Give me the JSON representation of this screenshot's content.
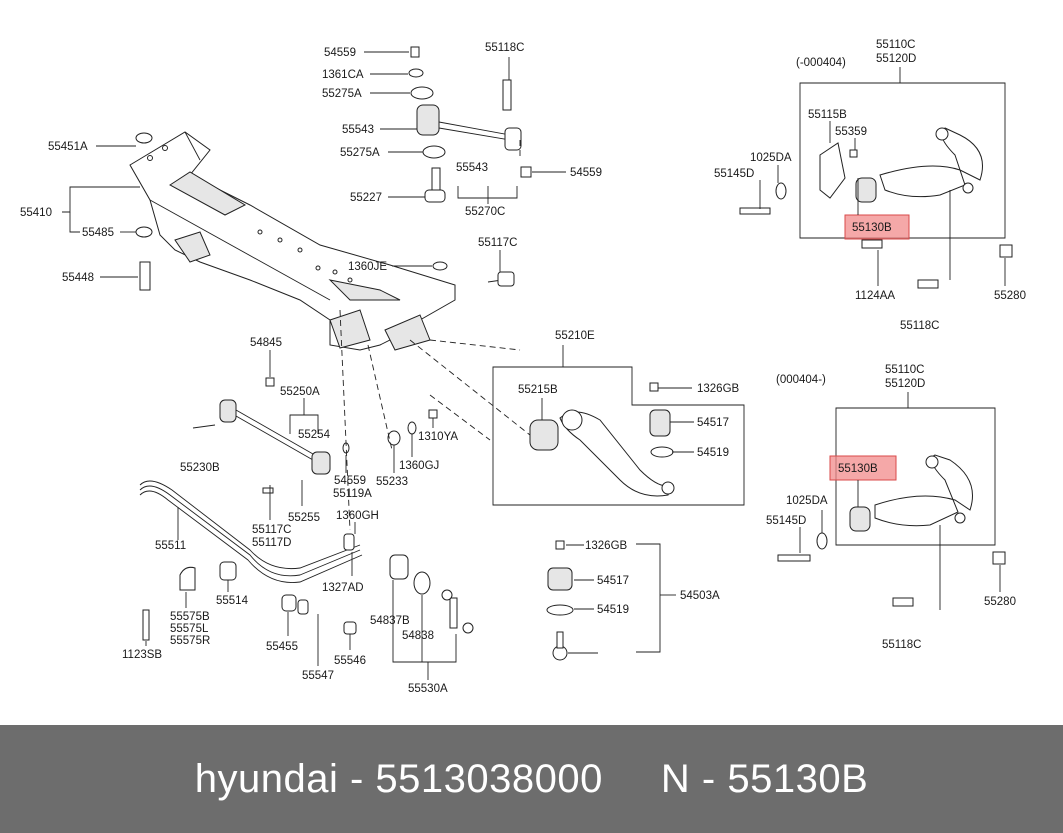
{
  "labels": {
    "l54559a": "54559",
    "l1361ca": "1361CA",
    "l55275a_1": "55275A",
    "l55543_1": "55543",
    "l55275a_2": "55275A",
    "l55227": "55227",
    "l55543_2": "55543",
    "l55270c": "55270C",
    "l54559b": "54559",
    "l55118c_top": "55118C",
    "l55451a": "55451A",
    "l55410": "55410",
    "l55485": "55485",
    "l55448": "55448",
    "l1360je": "1360JE",
    "l55117c_mid": "55117C",
    "l54845": "54845",
    "l55250a": "55250A",
    "l55254": "55254",
    "l55230b": "55230B",
    "l54559c": "54559",
    "l55119a": "55119A",
    "l55233": "55233",
    "l1360gj": "1360GJ",
    "l1310ya": "1310YA",
    "l55210e": "55210E",
    "l1326gb_1": "1326GB",
    "l55215b": "55215B",
    "l54517_1": "54517",
    "l54519_1": "54519",
    "l55117c_low": "55117C",
    "l55117d": "55117D",
    "l55255": "55255",
    "l1360gh": "1360GH",
    "l55511": "55511",
    "l1327ad": "1327AD",
    "l55514": "55514",
    "l55575b": "55575B",
    "l55575l": "55575L",
    "l55575r": "55575R",
    "l1123sb": "1123SB",
    "l55455": "55455",
    "l55547": "55547",
    "l55546": "55546",
    "l54837b": "54837B",
    "l54838": "54838",
    "l55530a": "55530A",
    "l1326gb_2": "1326GB",
    "l54517_2": "54517",
    "l54519_2": "54519",
    "l54503a": "54503A",
    "l_upper_range": "(-000404)",
    "l55110c_u": "55110C",
    "l55120d_u": "55120D",
    "l55115b": "55115B",
    "l55359": "55359",
    "l1025da_u": "1025DA",
    "l55145d_u": "55145D",
    "l55130b_u": "55130B",
    "l1124aa": "1124AA",
    "l55118c_u": "55118C",
    "l55280_u": "55280",
    "l_lower_range": "(000404-)",
    "l55110c_l": "55110C",
    "l55120d_l": "55120D",
    "l55130b_l": "55130B",
    "l1025da_l": "1025DA",
    "l55145d_l": "55145D",
    "l55280_l": "55280",
    "l55118c_l": "55118C"
  },
  "highlight_color": "#f28b8b",
  "footer": {
    "caption": "hyundai - 5513038000     N - 55130B",
    "background": "#6d6d6d"
  }
}
